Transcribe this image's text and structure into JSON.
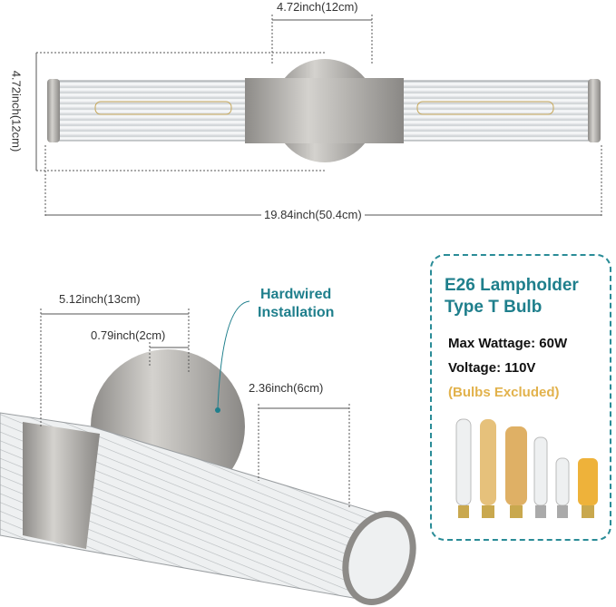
{
  "dimensions": {
    "backplate_width": "4.72inch(12cm)",
    "height": "4.72inch(12cm)",
    "total_length": "19.84inch(50.4cm)",
    "extension": "5.12inch(13cm)",
    "backplate_depth": "0.79inch(2cm)",
    "shade_diameter": "2.36inch(6cm)"
  },
  "callout": {
    "line1": "Hardwired",
    "line2": "Installation"
  },
  "spec_box": {
    "title_line1": "E26 Lampholder",
    "title_line2": "Type T Bulb",
    "max_wattage": "Max Wattage: 60W",
    "voltage": "Voltage: 110V",
    "note": "(Bulbs Excluded)"
  },
  "colors": {
    "accent": "#1f7f8c",
    "note": "#e2b24c",
    "metal": "#a9a7a3"
  }
}
